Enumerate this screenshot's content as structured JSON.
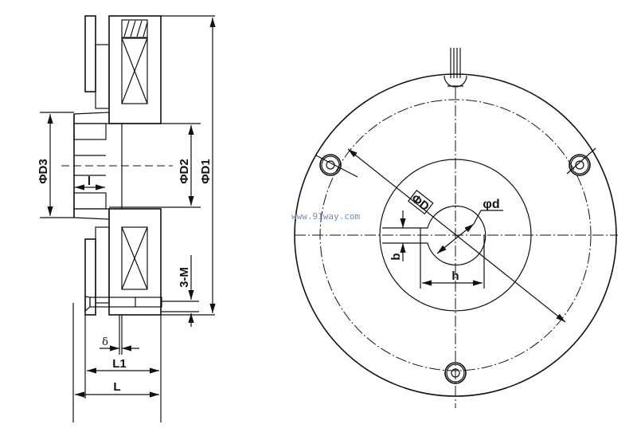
{
  "side_view": {
    "labels": {
      "d3": "ΦD3",
      "d2": "ΦD2",
      "d1": "ΦD1",
      "l_small": "l",
      "m": "3-M",
      "delta": "δ",
      "l1": "L1",
      "l": "L"
    }
  },
  "front_view": {
    "labels": {
      "d_outer": "ΦD",
      "d_bore": "φd",
      "b": "b",
      "h": "h"
    }
  },
  "watermark": "www.91way.com",
  "colors": {
    "line": "#111111",
    "watermark": "#6f8fb5"
  }
}
